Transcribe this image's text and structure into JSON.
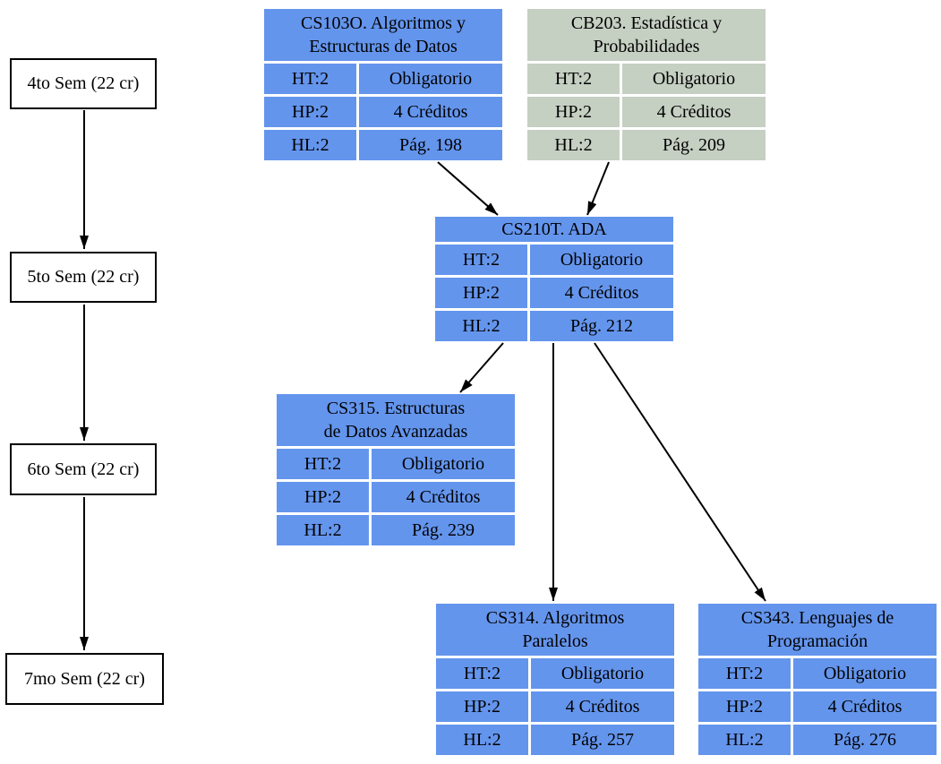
{
  "colors": {
    "course-blue": "#6495ED",
    "course-green": "#C5CFC2",
    "node-border": "#000000",
    "arrow": "#000000",
    "text": "#000000",
    "background": "#FFFFFF"
  },
  "semesters": [
    {
      "label": "4to Sem (22 cr)"
    },
    {
      "label": "5to Sem (22 cr)"
    },
    {
      "label": "6to Sem (22 cr)"
    },
    {
      "label": "7mo Sem (22 cr)"
    }
  ],
  "courses": [
    {
      "id": "CS103O",
      "title_lines": [
        "CS103O. Algoritmos y",
        "Estructuras de Datos"
      ],
      "theme": "blue",
      "rows": [
        [
          "HT:2",
          "Obligatorio"
        ],
        [
          "HP:2",
          "4 Créditos"
        ],
        [
          "HL:2",
          "Pág. 198"
        ]
      ]
    },
    {
      "id": "CB203",
      "title_lines": [
        "CB203. Estadística y",
        "Probabilidades"
      ],
      "theme": "green",
      "rows": [
        [
          "HT:2",
          "Obligatorio"
        ],
        [
          "HP:2",
          "4 Créditos"
        ],
        [
          "HL:2",
          "Pág. 209"
        ]
      ]
    },
    {
      "id": "CS210T",
      "title_lines": [
        "CS210T. ADA"
      ],
      "theme": "blue",
      "rows": [
        [
          "HT:2",
          "Obligatorio"
        ],
        [
          "HP:2",
          "4 Créditos"
        ],
        [
          "HL:2",
          "Pág. 212"
        ]
      ]
    },
    {
      "id": "CS315",
      "title_lines": [
        "CS315. Estructuras",
        "de Datos Avanzadas"
      ],
      "theme": "blue",
      "rows": [
        [
          "HT:2",
          "Obligatorio"
        ],
        [
          "HP:2",
          "4 Créditos"
        ],
        [
          "HL:2",
          "Pág. 239"
        ]
      ]
    },
    {
      "id": "CS314",
      "title_lines": [
        "CS314. Algoritmos",
        "Paralelos"
      ],
      "theme": "blue",
      "rows": [
        [
          "HT:2",
          "Obligatorio"
        ],
        [
          "HP:2",
          "4 Créditos"
        ],
        [
          "HL:2",
          "Pág. 257"
        ]
      ]
    },
    {
      "id": "CS343",
      "title_lines": [
        "CS343. Lenguajes de",
        "Programación"
      ],
      "theme": "blue",
      "rows": [
        [
          "HT:2",
          "Obligatorio"
        ],
        [
          "HP:2",
          "4 Créditos"
        ],
        [
          "HL:2",
          "Pág. 276"
        ]
      ]
    }
  ],
  "edges": [
    {
      "from": "4to Sem (22 cr)",
      "to": "5to Sem (22 cr)"
    },
    {
      "from": "5to Sem (22 cr)",
      "to": "6to Sem (22 cr)"
    },
    {
      "from": "6to Sem (22 cr)",
      "to": "7mo Sem (22 cr)"
    },
    {
      "from": "CS103O",
      "to": "CS210T"
    },
    {
      "from": "CB203",
      "to": "CS210T"
    },
    {
      "from": "CS210T",
      "to": "CS315"
    },
    {
      "from": "CS210T",
      "to": "CS314"
    },
    {
      "from": "CS210T",
      "to": "CS343"
    }
  ]
}
